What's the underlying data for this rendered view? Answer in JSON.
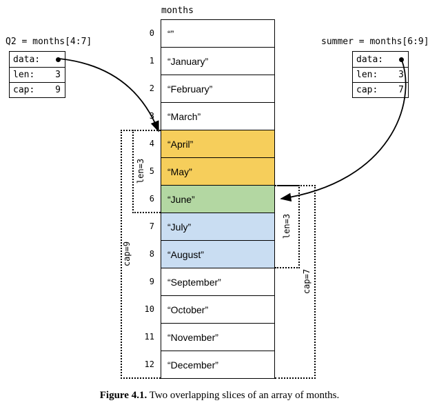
{
  "array": {
    "title": "months",
    "cells": [
      {
        "index": "0",
        "value": "“”",
        "fill": "none"
      },
      {
        "index": "1",
        "value": "“January”",
        "fill": "none"
      },
      {
        "index": "2",
        "value": "“February”",
        "fill": "none"
      },
      {
        "index": "3",
        "value": "“March”",
        "fill": "none"
      },
      {
        "index": "4",
        "value": "“April”",
        "fill": "q2"
      },
      {
        "index": "5",
        "value": "“May”",
        "fill": "q2"
      },
      {
        "index": "6",
        "value": "“June”",
        "fill": "overlap"
      },
      {
        "index": "7",
        "value": "“July”",
        "fill": "summer"
      },
      {
        "index": "8",
        "value": "“August”",
        "fill": "summer"
      },
      {
        "index": "9",
        "value": "“September”",
        "fill": "none"
      },
      {
        "index": "10",
        "value": "“October”",
        "fill": "none"
      },
      {
        "index": "11",
        "value": "“November”",
        "fill": "none"
      },
      {
        "index": "12",
        "value": "“December”",
        "fill": "none"
      }
    ]
  },
  "slice_q2": {
    "header": "Q2 = months[4:7]",
    "data_label": "data:",
    "len_label": "len:",
    "len_value": "3",
    "cap_label": "cap:",
    "cap_value": "9",
    "len_bracket": "len=3",
    "cap_bracket": "cap=9"
  },
  "slice_summer": {
    "header": "summer = months[6:9]",
    "data_label": "data:",
    "len_label": "len:",
    "len_value": "3",
    "cap_label": "cap:",
    "cap_value": "7",
    "len_bracket": "len=3",
    "cap_bracket": "cap=7"
  },
  "caption": {
    "bold": "Figure 4.1.",
    "text": " Two overlapping slices of an array of months."
  },
  "colors": {
    "none": "#ffffff",
    "q2": "#f6ce5b",
    "overlap": "#b3d7a2",
    "summer": "#c9ddf2"
  }
}
